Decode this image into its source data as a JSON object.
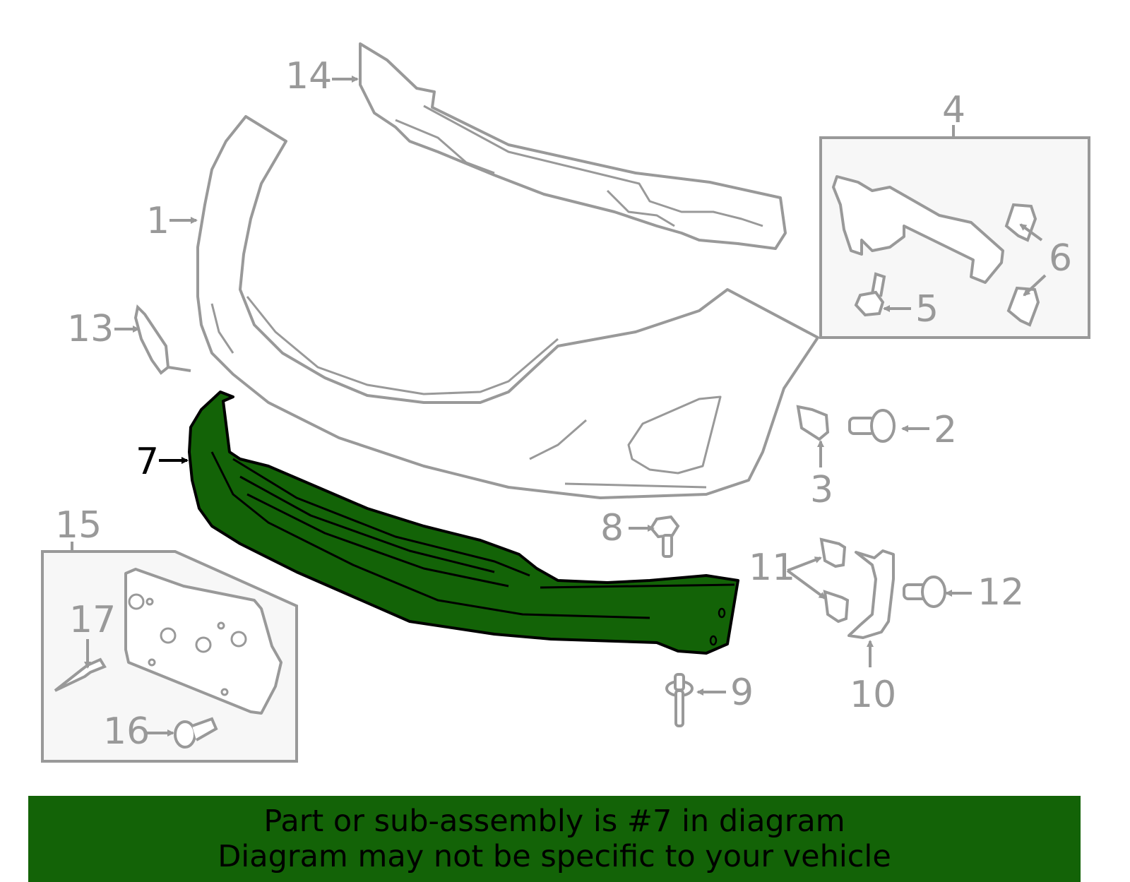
{
  "diagram": {
    "highlight_part": "7",
    "colors": {
      "highlight_fill": "#136307",
      "line": "#999999",
      "box_fill": "#f7f7f7",
      "banner": "#136307"
    },
    "callouts": [
      {
        "id": "1",
        "label": "1"
      },
      {
        "id": "2",
        "label": "2"
      },
      {
        "id": "3",
        "label": "3"
      },
      {
        "id": "4",
        "label": "4"
      },
      {
        "id": "5",
        "label": "5"
      },
      {
        "id": "6",
        "label": "6"
      },
      {
        "id": "7",
        "label": "7"
      },
      {
        "id": "8",
        "label": "8"
      },
      {
        "id": "9",
        "label": "9"
      },
      {
        "id": "10",
        "label": "10"
      },
      {
        "id": "11",
        "label": "11"
      },
      {
        "id": "12",
        "label": "12"
      },
      {
        "id": "13",
        "label": "13"
      },
      {
        "id": "14",
        "label": "14"
      },
      {
        "id": "15",
        "label": "15"
      },
      {
        "id": "16",
        "label": "16"
      },
      {
        "id": "17",
        "label": "17"
      }
    ]
  },
  "banner": {
    "line1": "Part or sub-assembly is #7 in diagram",
    "line2": "Diagram may not be specific to your vehicle"
  }
}
